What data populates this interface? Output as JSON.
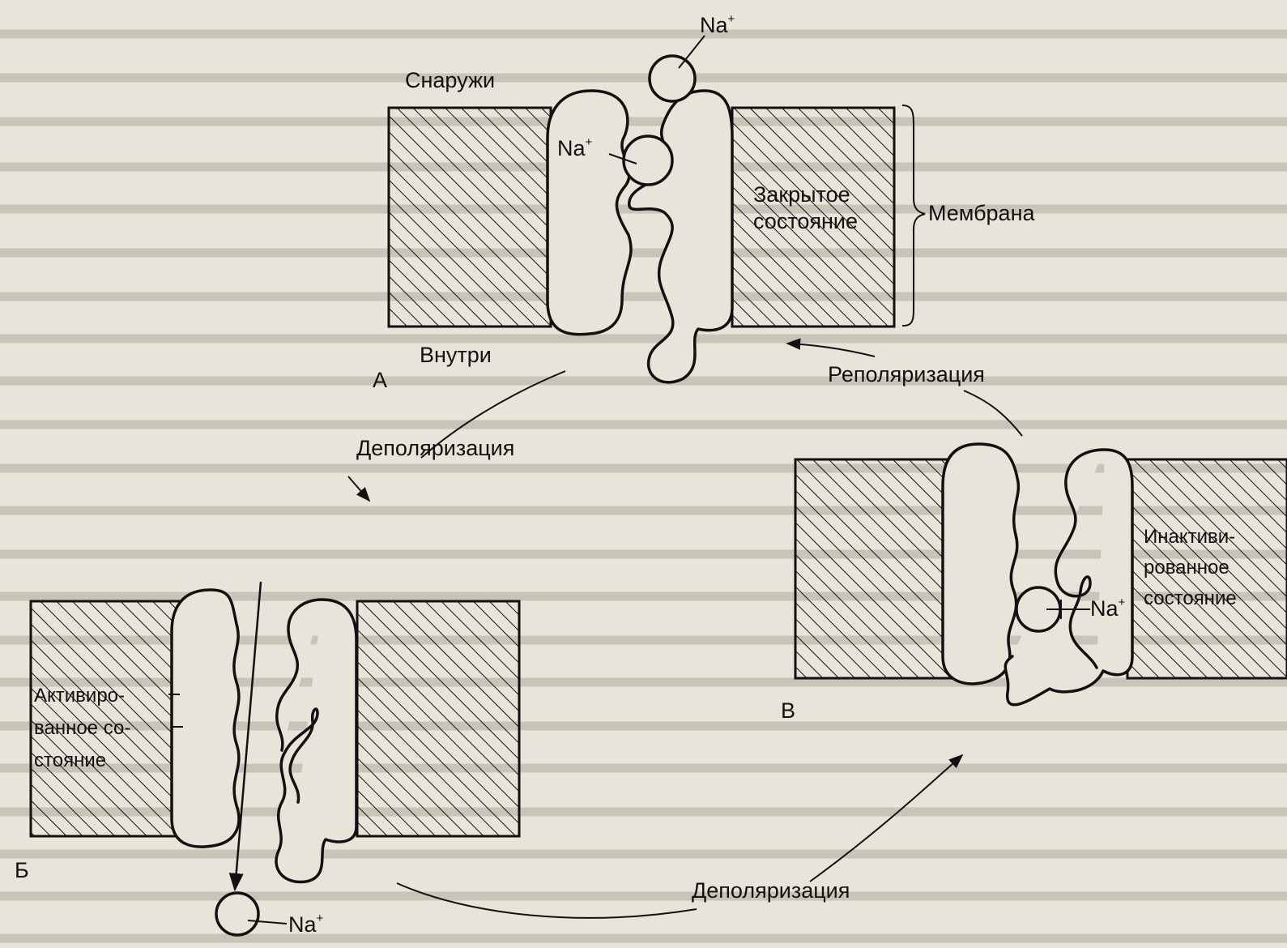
{
  "labels": {
    "outside": "Снаружи",
    "inside": "Внутри",
    "membrane": "Мембрана",
    "closed_state_line1": "Закрытое",
    "closed_state_line2": "состояние",
    "activated_line1": "Активиро-",
    "activated_line2": "ванное со-",
    "activated_line3": "стояние",
    "inactivated_line1": "Инактиви-",
    "inactivated_line2": "рованное",
    "inactivated_line3": "состояние",
    "repolarization": "Реполяризация",
    "depolarization_1": "Деполяризация",
    "depolarization_2": "Деполяризация",
    "ion_na": "Na",
    "ion_charge": "+"
  },
  "panels": {
    "a": "А",
    "b": "Б",
    "c": "В"
  }
}
